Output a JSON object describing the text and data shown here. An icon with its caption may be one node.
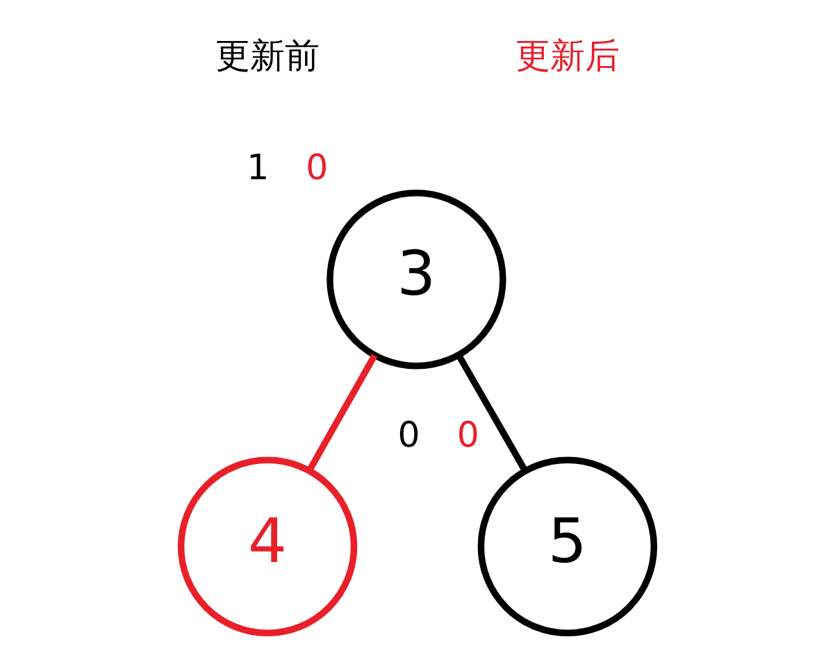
{
  "diagram": {
    "nodes": [
      {
        "text": [
          "3"
        ],
        "beside": [
          "1",
          "0"
        ]
      },
      {
        "text": [
          "4"
        ]
      },
      {
        "text": [
          "5"
        ],
        "beside": [
          "0",
          "0"
        ]
      }
    ],
    "edges": [
      {
        "from": 0,
        "to": 1,
        "arrow": "none",
        "color": "#e8202a"
      },
      {
        "from": 0,
        "to": 2,
        "arrow": "none",
        "color": "#000000"
      }
    ],
    "labels": [
      "更新前",
      "更新后"
    ]
  }
}
